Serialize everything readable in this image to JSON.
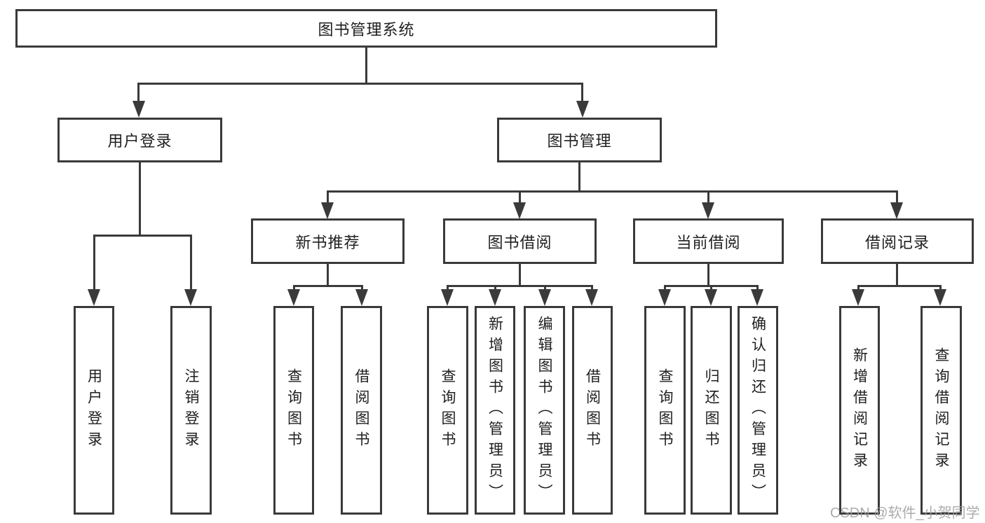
{
  "tree": {
    "root": "图书管理系统",
    "children": [
      {
        "label": "用户登录",
        "children": [
          "用户登录",
          "注销登录"
        ]
      },
      {
        "label": "图书管理",
        "children": [
          {
            "label": "新书推荐",
            "children": [
              "查询图书",
              "借阅图书"
            ]
          },
          {
            "label": "图书借阅",
            "children": [
              "查询图书",
              "新增图书（管理员）",
              "编辑图书（管理员）",
              "借阅图书"
            ]
          },
          {
            "label": "当前借阅",
            "children": [
              "查询图书",
              "归还图书",
              "确认归还（管理员）"
            ]
          },
          {
            "label": "借阅记录",
            "children": [
              "新增借阅记录",
              "查询借阅记录"
            ]
          }
        ]
      }
    ]
  },
  "watermark": {
    "text": "CSDN @软件_小贺同学"
  },
  "colors": {
    "line": "#3a3a3a",
    "text": "#1f1f1f",
    "box_background": "#ffffff",
    "page_background": "#ffffff",
    "watermark": "#9e9e9e"
  }
}
